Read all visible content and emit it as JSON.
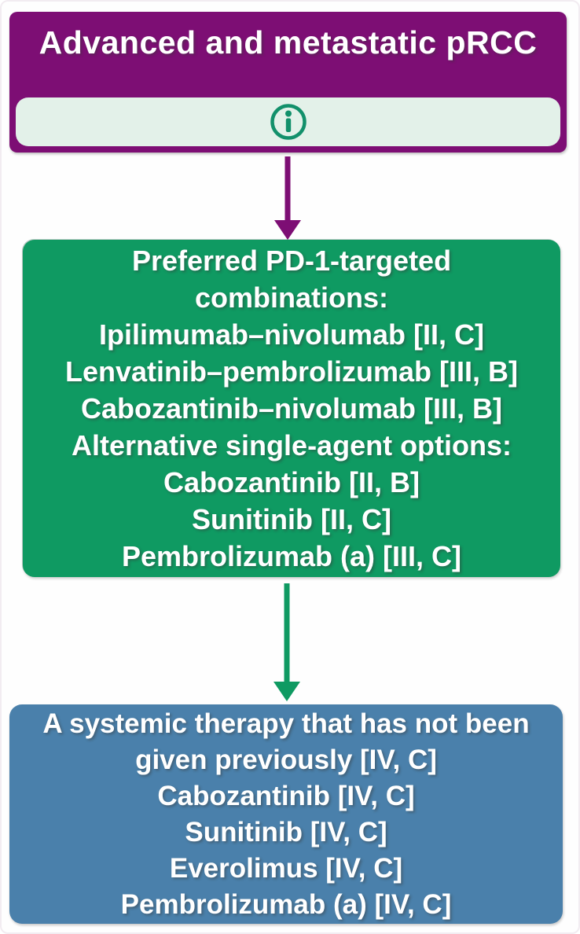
{
  "colors": {
    "purple_node": "#7D0E74",
    "green_node": "#0F9A62",
    "blue_node": "#4A80AB",
    "info_bar_mint": "#E3F1E9",
    "info_icon_teal": "#12906B",
    "text_white": "#FFFFFF"
  },
  "header_box": {
    "title": "Advanced and metastatic pRCC",
    "info_button": {
      "icon": "info-icon"
    }
  },
  "middle_box": {
    "lines": [
      "Preferred PD-1-targeted",
      "combinations:",
      "Ipilimumab–nivolumab [II, C]",
      "Lenvatinib–pembrolizumab [III, B]",
      "Cabozantinib–nivolumab [III, B]",
      "Alternative single-agent options:",
      "Cabozantinib [II, B]",
      "Sunitinib [II, C]",
      "Pembrolizumab (a) [III, C]"
    ]
  },
  "bottom_box": {
    "lines": [
      "A systemic therapy that has not been",
      "given previously [IV, C]",
      "Cabozantinib [IV, C]",
      "Sunitinib [IV, C]",
      "Everolimus [IV, C]",
      "Pembrolizumab (a) [IV, C]"
    ]
  }
}
